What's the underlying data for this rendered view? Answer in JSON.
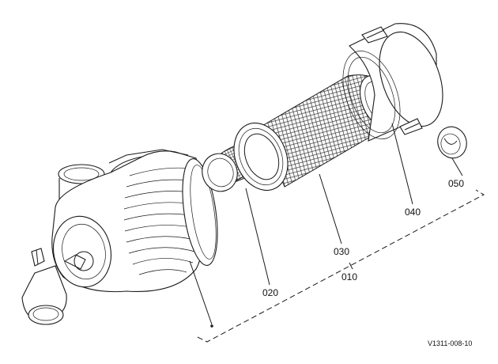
{
  "diagram": {
    "drawing_code": "V1311-008-10",
    "callouts": [
      {
        "id": "050",
        "label": "050"
      },
      {
        "id": "040",
        "label": "040"
      },
      {
        "id": "030",
        "label": "030"
      },
      {
        "id": "010",
        "label": "010"
      },
      {
        "id": "020",
        "label": "020"
      }
    ],
    "parts": [
      {
        "id": "air-cleaner-body",
        "icon": "air-cleaner-housing"
      },
      {
        "id": "inner-element",
        "icon": "inner-filter-element"
      },
      {
        "id": "outer-element",
        "icon": "outer-filter-element"
      },
      {
        "id": "cover",
        "icon": "cleaner-cover"
      },
      {
        "id": "evacuator-valve",
        "icon": "rubber-valve"
      }
    ]
  }
}
